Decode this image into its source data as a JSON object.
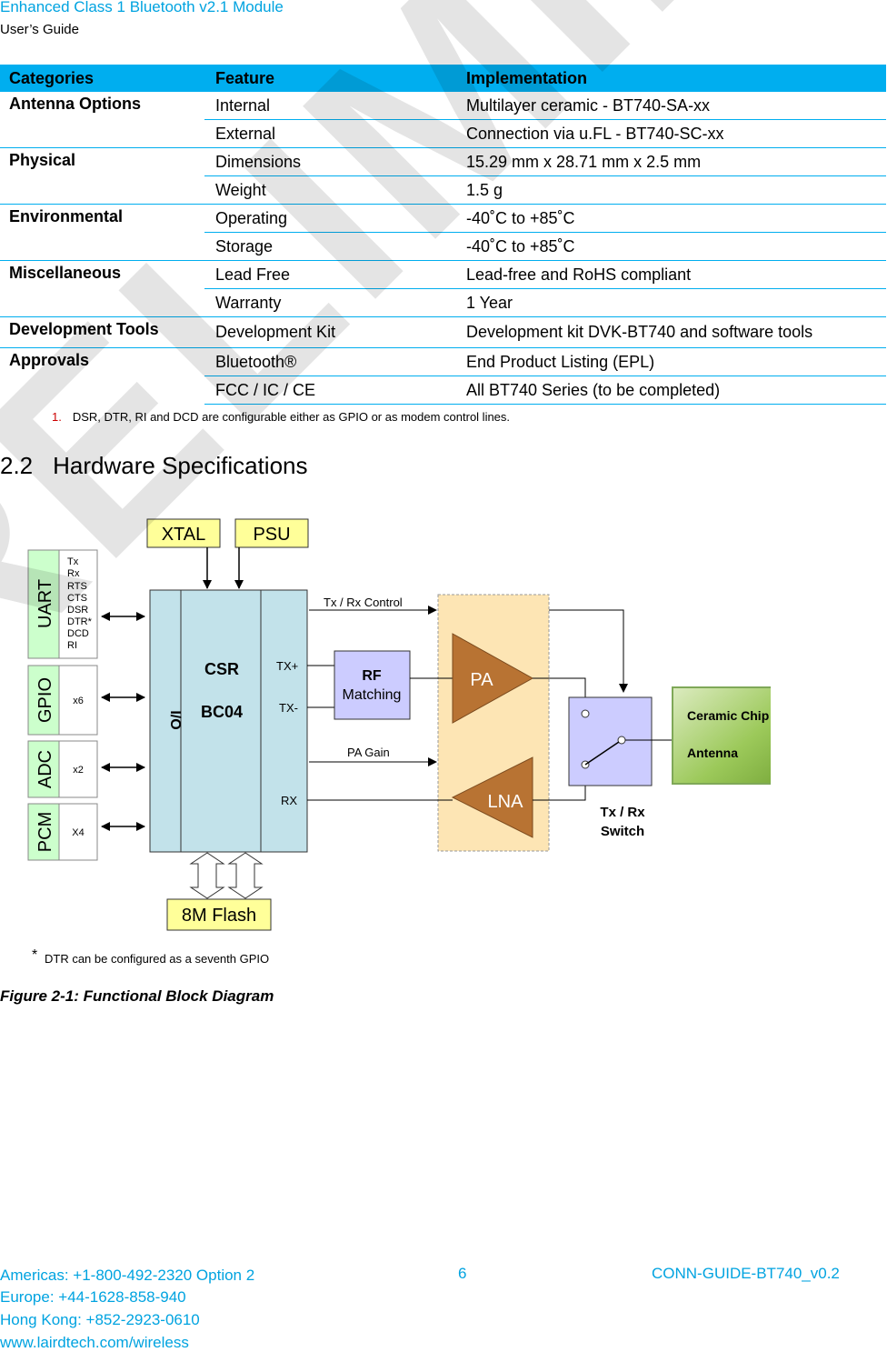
{
  "header": {
    "title": "Enhanced Class 1 Bluetooth v2.1 Module",
    "subtitle": "User’s Guide"
  },
  "table": {
    "headers": [
      "Categories",
      "Feature",
      "Implementation"
    ],
    "rows": [
      {
        "category": "Antenna Options",
        "feature": "Internal",
        "implementation": "Multilayer ceramic - BT740-SA-xx"
      },
      {
        "category": "",
        "feature": "External",
        "implementation": "Connection via u.FL - BT740-SC-xx"
      },
      {
        "category": "Physical",
        "feature": "Dimensions",
        "implementation": "15.29 mm x 28.71 mm x 2.5 mm"
      },
      {
        "category": "",
        "feature": "Weight",
        "implementation": "1.5 g"
      },
      {
        "category": "Environmental",
        "feature": "Operating",
        "implementation": "-40˚C to +85˚C"
      },
      {
        "category": "",
        "feature": "Storage",
        "implementation": "-40˚C to +85˚C"
      },
      {
        "category": "Miscellaneous",
        "feature": "Lead Free",
        "implementation": "Lead-free and RoHS compliant"
      },
      {
        "category": "",
        "feature": "Warranty",
        "implementation": "1 Year"
      },
      {
        "category": "Development Tools",
        "feature": "Development Kit",
        "implementation": "Development kit DVK-BT740 and software tools"
      },
      {
        "category": "Approvals",
        "feature": "Bluetooth®",
        "implementation": "End Product Listing (EPL)"
      },
      {
        "category": "",
        "feature": "FCC / IC / CE",
        "implementation": "All BT740 Series (to be completed)"
      }
    ]
  },
  "footnote": {
    "number": "1.",
    "text": "DSR, DTR, RI and DCD are configurable either as GPIO or as modem control lines."
  },
  "section": {
    "number": "2.2",
    "title": "Hardware Specifications"
  },
  "diagram": {
    "xtal": "XTAL",
    "psu": "PSU",
    "uart": "UART",
    "uart_signals": [
      "Tx",
      "Rx",
      "RTS",
      "CTS",
      "DSR",
      "DTR*",
      "DCD",
      "RI"
    ],
    "gpio": "GPIO",
    "gpio_count": "x6",
    "adc": "ADC",
    "adc_count": "x2",
    "pcm": "PCM",
    "pcm_count": "X4",
    "io": "I/O",
    "csr": "CSR",
    "bc04": "BC04",
    "txp": "TX+",
    "txm": "TX-",
    "rx": "RX",
    "txrx_control": "Tx / Rx Control",
    "pa_gain": "PA Gain",
    "rf_line1": "RF",
    "rf_line2": "Matching",
    "pa": "PA",
    "lna": "LNA",
    "switch_line1": "Tx / Rx",
    "switch_line2": "Switch",
    "antenna_line1": "Ceramic Chip",
    "antenna_line2": "Antenna",
    "flash": "8M Flash",
    "note_star": "*",
    "note": "DTR can be configured as a seventh GPIO"
  },
  "caption": "Figure 2-1: Functional Block Diagram",
  "watermark": "PRELIMINARY",
  "footer": {
    "americas": "Americas: +1-800-492-2320 Option 2",
    "europe": "Europe: +44-1628-858-940",
    "hongkong": "Hong Kong: +852-2923-0610",
    "web": "www.lairdtech.com/wireless",
    "page": "6",
    "doc": "CONN-GUIDE-BT740_v0.2"
  },
  "colors": {
    "accent": "#00aeef",
    "header_text": "#00a3e0",
    "yellow_box": "#ffff99",
    "green_box": "#ccffcc",
    "csr_block": "#c2e2ea",
    "rf_block": "#ccccff",
    "amp": "#b87333",
    "rf_region": "#fde5b4",
    "antenna": "#8fbf4d"
  }
}
